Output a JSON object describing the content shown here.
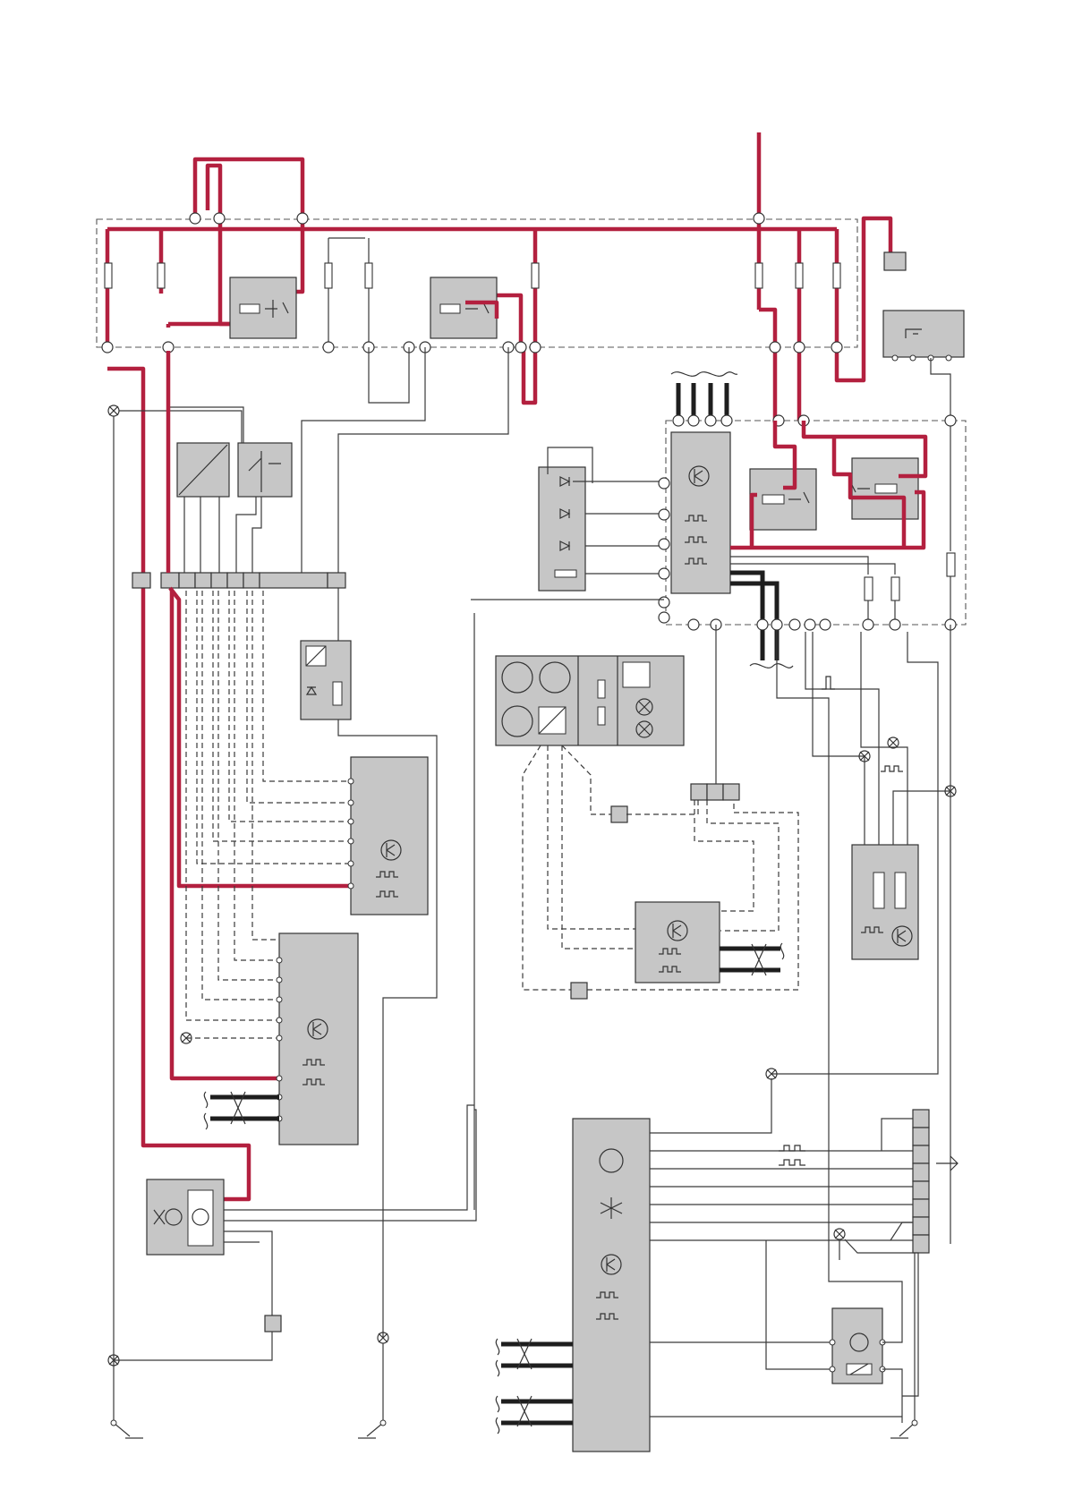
{
  "diagram": {
    "type": "automotive-wiring-schematic",
    "colors": {
      "power_wire": "#b3203f",
      "signal_wire": "#3a3a3a",
      "bus_wire": "#1e1e1e",
      "component_fill": "#c6c6c6",
      "background": "#ffffff"
    },
    "components": [
      {
        "kind": "fuse-box-frame"
      },
      {
        "kind": "relay"
      },
      {
        "kind": "relay"
      },
      {
        "kind": "fuse"
      },
      {
        "kind": "control-module"
      },
      {
        "kind": "switch-assembly"
      },
      {
        "kind": "relay-diode"
      },
      {
        "kind": "led-array"
      },
      {
        "kind": "climate-panel"
      },
      {
        "kind": "fan-motor-module"
      },
      {
        "kind": "heater-resistor-module"
      },
      {
        "kind": "ac-control-module"
      },
      {
        "kind": "servo-motor"
      },
      {
        "kind": "connector"
      },
      {
        "kind": "ground-point"
      },
      {
        "kind": "splice"
      }
    ]
  }
}
